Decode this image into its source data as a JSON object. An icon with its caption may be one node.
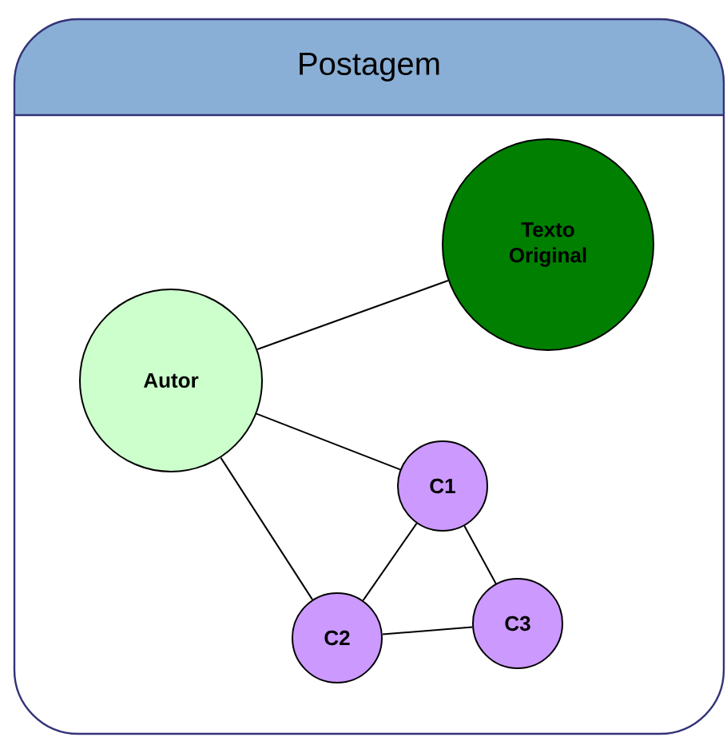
{
  "diagram": {
    "nodes": [
      {
        "text": [
          "Postagem"
        ]
      },
      {
        "text": [
          "Texto Original"
        ],
        "in": 0
      },
      {
        "text": [
          "Autor"
        ],
        "in": 0
      },
      {
        "text": [
          "C1"
        ],
        "in": 0
      },
      {
        "text": [
          "C2"
        ],
        "in": 0
      },
      {
        "text": [
          "C3"
        ],
        "in": 0
      }
    ],
    "edges": [
      {
        "from": 2,
        "to": 1,
        "arrow": "none"
      },
      {
        "from": 2,
        "to": 3,
        "arrow": "none"
      },
      {
        "from": 2,
        "to": 4,
        "arrow": "none"
      },
      {
        "from": 3,
        "to": 4,
        "arrow": "none"
      },
      {
        "from": 3,
        "to": 5,
        "arrow": "none"
      },
      {
        "from": 4,
        "to": 5,
        "arrow": "none"
      }
    ]
  }
}
